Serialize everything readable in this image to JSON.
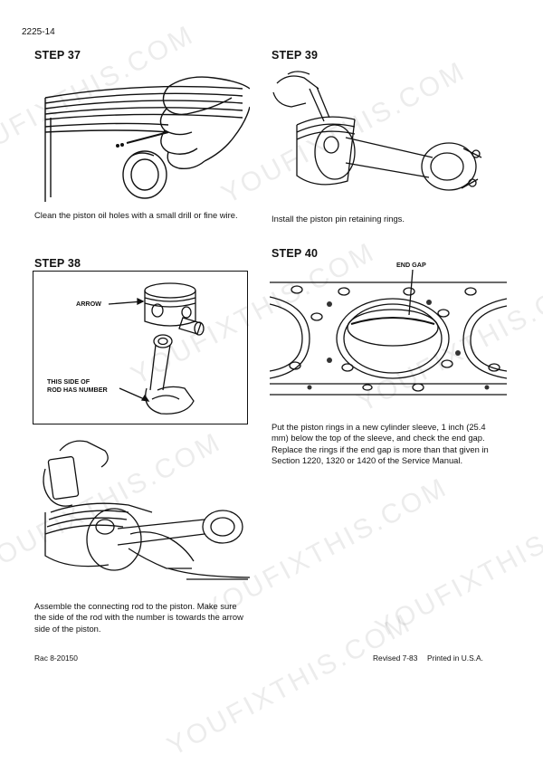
{
  "page_number": "2225-14",
  "watermark": "YOUFIXTHIS.COM",
  "step37": {
    "title": "STEP 37",
    "caption": "Clean the piston oil holes with a small drill or fine wire."
  },
  "step38": {
    "title": "STEP 38",
    "label_arrow": "ARROW",
    "label_side_line1": "THIS SIDE OF",
    "label_side_line2": "ROD HAS NUMBER",
    "caption": "Assemble the connecting rod to the piston. Make sure the side of the rod with the number is towards the arrow side of the piston."
  },
  "step39": {
    "title": "STEP 39",
    "caption": "Install the piston pin retaining rings."
  },
  "step40": {
    "title": "STEP 40",
    "label_end_gap": "END GAP",
    "caption": "Put the piston rings in a new cylinder sleeve, 1 inch (25.4 mm) below the top of the sleeve, and check the end gap. Replace the rings if the end gap is more than that given in Section 1220, 1320 or 1420 of the Service Manual."
  },
  "footer": {
    "doc_number": "Rac 8-20150",
    "revised": "Revised 7-83",
    "printed": "Printed in U.S.A."
  }
}
